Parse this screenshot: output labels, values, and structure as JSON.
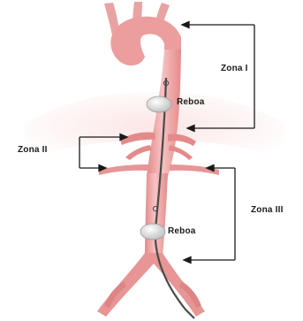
{
  "diagram": {
    "zones": [
      {
        "id": "zone-1",
        "label": "Zona I"
      },
      {
        "id": "zone-2",
        "label": "Zona II"
      },
      {
        "id": "zone-3",
        "label": "Zona III"
      }
    ],
    "balloons": [
      {
        "id": "upper",
        "label": "Reboa"
      },
      {
        "id": "lower",
        "label": "Reboa"
      }
    ],
    "colors": {
      "vessel": "#f2a0a0",
      "vessel_light": "#f7c3c3",
      "vessel_dark": "#d97a7a",
      "diaphragm": "#f8d9d9",
      "balloon": "#d9d9d9",
      "catheter": "#4a4a4a",
      "arrow": "#1a1a1a"
    }
  }
}
